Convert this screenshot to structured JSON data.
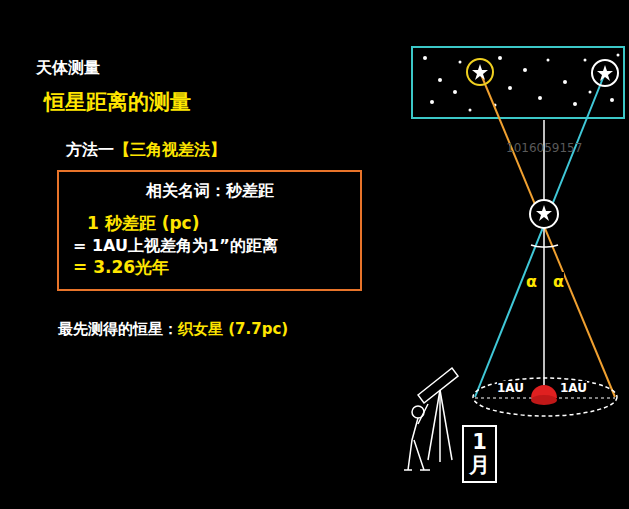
{
  "diagram": {
    "nodes": [
      {
        "text": [
          "相关名词：秒差距",
          "1 秒差距 (pc)",
          "= 1AU上视差角为1”的距离",
          "= 3.26光年"
        ]
      },
      {
        "text": [
          "1月"
        ]
      }
    ],
    "labels": [
      "天体测量",
      "恒星距离的测量",
      "方法一",
      "【三角视差法】",
      "最先测得的恒星：",
      "织女星 (7.7pc)",
      "α",
      "α",
      "1AU",
      "1AU",
      "1016059157"
    ]
  }
}
